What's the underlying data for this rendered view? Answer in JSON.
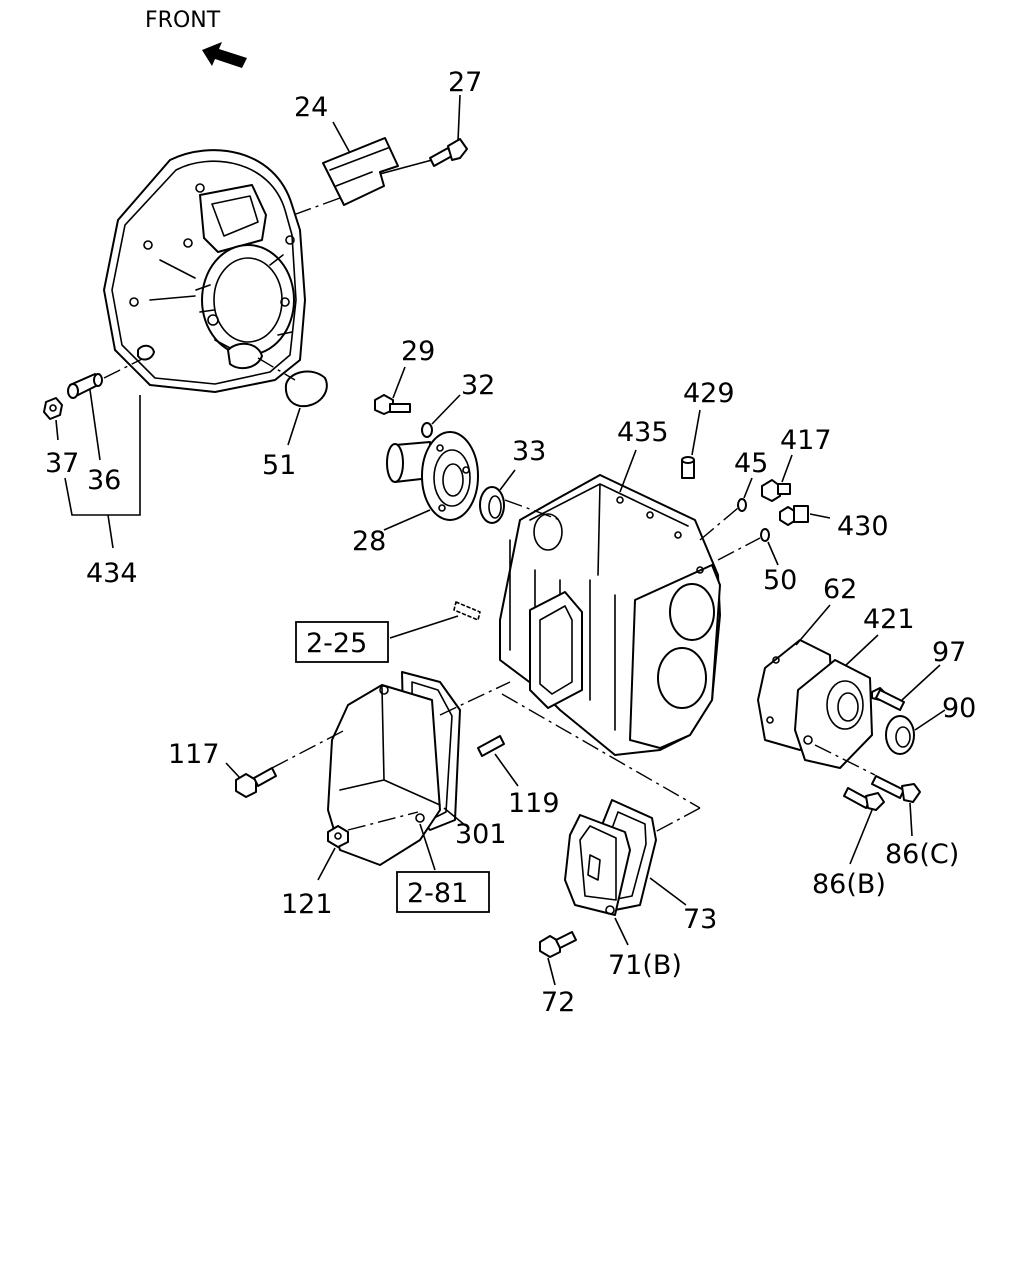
{
  "header": {
    "direction_label": "FRONT"
  },
  "callouts": [
    {
      "id": "c27",
      "text": "27"
    },
    {
      "id": "c24",
      "text": "24"
    },
    {
      "id": "c37",
      "text": "37"
    },
    {
      "id": "c36",
      "text": "36"
    },
    {
      "id": "c434",
      "text": "434"
    },
    {
      "id": "c51",
      "text": "51"
    },
    {
      "id": "c29",
      "text": "29"
    },
    {
      "id": "c32",
      "text": "32"
    },
    {
      "id": "c33",
      "text": "33"
    },
    {
      "id": "c28",
      "text": "28"
    },
    {
      "id": "c429",
      "text": "429"
    },
    {
      "id": "c435",
      "text": "435"
    },
    {
      "id": "c45",
      "text": "45"
    },
    {
      "id": "c417",
      "text": "417"
    },
    {
      "id": "c430",
      "text": "430"
    },
    {
      "id": "c50",
      "text": "50"
    },
    {
      "id": "c62",
      "text": "62"
    },
    {
      "id": "c421",
      "text": "421"
    },
    {
      "id": "c97",
      "text": "97"
    },
    {
      "id": "c90",
      "text": "90"
    },
    {
      "id": "c117",
      "text": "117"
    },
    {
      "id": "c119",
      "text": "119"
    },
    {
      "id": "c301",
      "text": "301"
    },
    {
      "id": "c121",
      "text": "121"
    },
    {
      "id": "c86B",
      "text": "86(B)"
    },
    {
      "id": "c86C",
      "text": "86(C)"
    },
    {
      "id": "c73",
      "text": "73"
    },
    {
      "id": "c71B",
      "text": "71(B)"
    },
    {
      "id": "c72",
      "text": "72"
    }
  ],
  "references": [
    {
      "id": "r225",
      "text": "2-25"
    },
    {
      "id": "r281",
      "text": "2-81"
    }
  ],
  "icons": {
    "direction": "front-arrow-icon"
  }
}
